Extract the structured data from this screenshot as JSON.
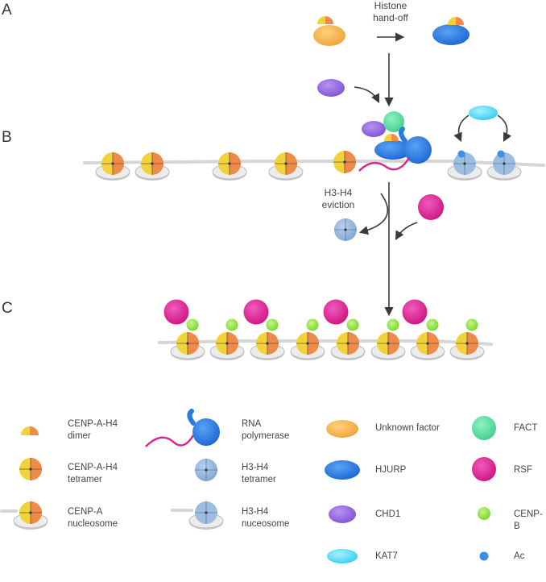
{
  "panels": {
    "a": "A",
    "b": "B",
    "c": "C"
  },
  "annotations": {
    "handoff": "Histone\nhand-off",
    "eviction": "H3-H4\neviction"
  },
  "legend": {
    "cenpa_dimer": "CENP-A-H4\ndimer",
    "rna_pol": "RNA\npolymerase",
    "unknown_factor": "Unknown factor",
    "fact": "FACT",
    "cenpa_tetramer": "CENP-A-H4\ntetramer",
    "h3h4_tetramer": "H3-H4\ntetramer",
    "hjurp": "HJURP",
    "rsf": "RSF",
    "cenpa_nucleosome": "CENP-A\nnucleosome",
    "h3h4_nucleosome": "H3-H4\nnuceosome",
    "chd1": "CHD1",
    "cenpb": "CENP-B",
    "kat7": "KAT7",
    "ac": "Ac"
  },
  "colors": {
    "yellow": "#f2d23a",
    "orange": "#f08a4b",
    "unknown_factor": "#f7b552",
    "hjurp": "#2a7be0",
    "fact": "#5fe0a2",
    "rsf": "#e0209a",
    "chd1": "#9c6fe6",
    "cenpb": "#8fe63a",
    "kat7": "#4fd9f2",
    "ac": "#3a8fe8",
    "h3": "#8fb6dd",
    "dna": "#d6d6d6",
    "rna": "#d8258e"
  }
}
